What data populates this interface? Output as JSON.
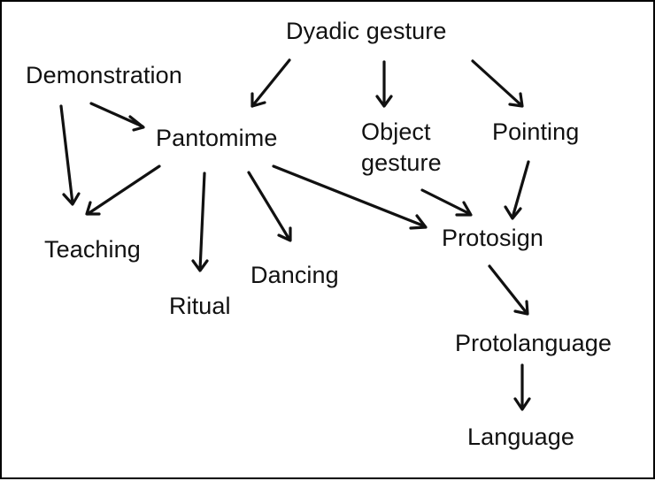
{
  "nodes": {
    "dyadic_gesture": "Dyadic gesture",
    "demonstration": "Demonstration",
    "pantomime": "Pantomime",
    "object_gesture_line1": "Object",
    "object_gesture_line2": "gesture",
    "pointing": "Pointing",
    "teaching": "Teaching",
    "ritual": "Ritual",
    "dancing": "Dancing",
    "protosign": "Protosign",
    "protolanguage": "Protolanguage",
    "language": "Language"
  },
  "edges": [
    {
      "from": "Dyadic gesture",
      "to": "Pantomime"
    },
    {
      "from": "Dyadic gesture",
      "to": "Object gesture"
    },
    {
      "from": "Dyadic gesture",
      "to": "Pointing"
    },
    {
      "from": "Demonstration",
      "to": "Pantomime"
    },
    {
      "from": "Demonstration",
      "to": "Teaching"
    },
    {
      "from": "Pantomime",
      "to": "Teaching"
    },
    {
      "from": "Pantomime",
      "to": "Ritual"
    },
    {
      "from": "Pantomime",
      "to": "Dancing"
    },
    {
      "from": "Pantomime",
      "to": "Protosign"
    },
    {
      "from": "Object gesture",
      "to": "Protosign"
    },
    {
      "from": "Pointing",
      "to": "Protosign"
    },
    {
      "from": "Protosign",
      "to": "Protolanguage"
    },
    {
      "from": "Protolanguage",
      "to": "Language"
    }
  ],
  "colors": {
    "ink": "#111111",
    "background": "#ffffff",
    "border": "#000000"
  }
}
